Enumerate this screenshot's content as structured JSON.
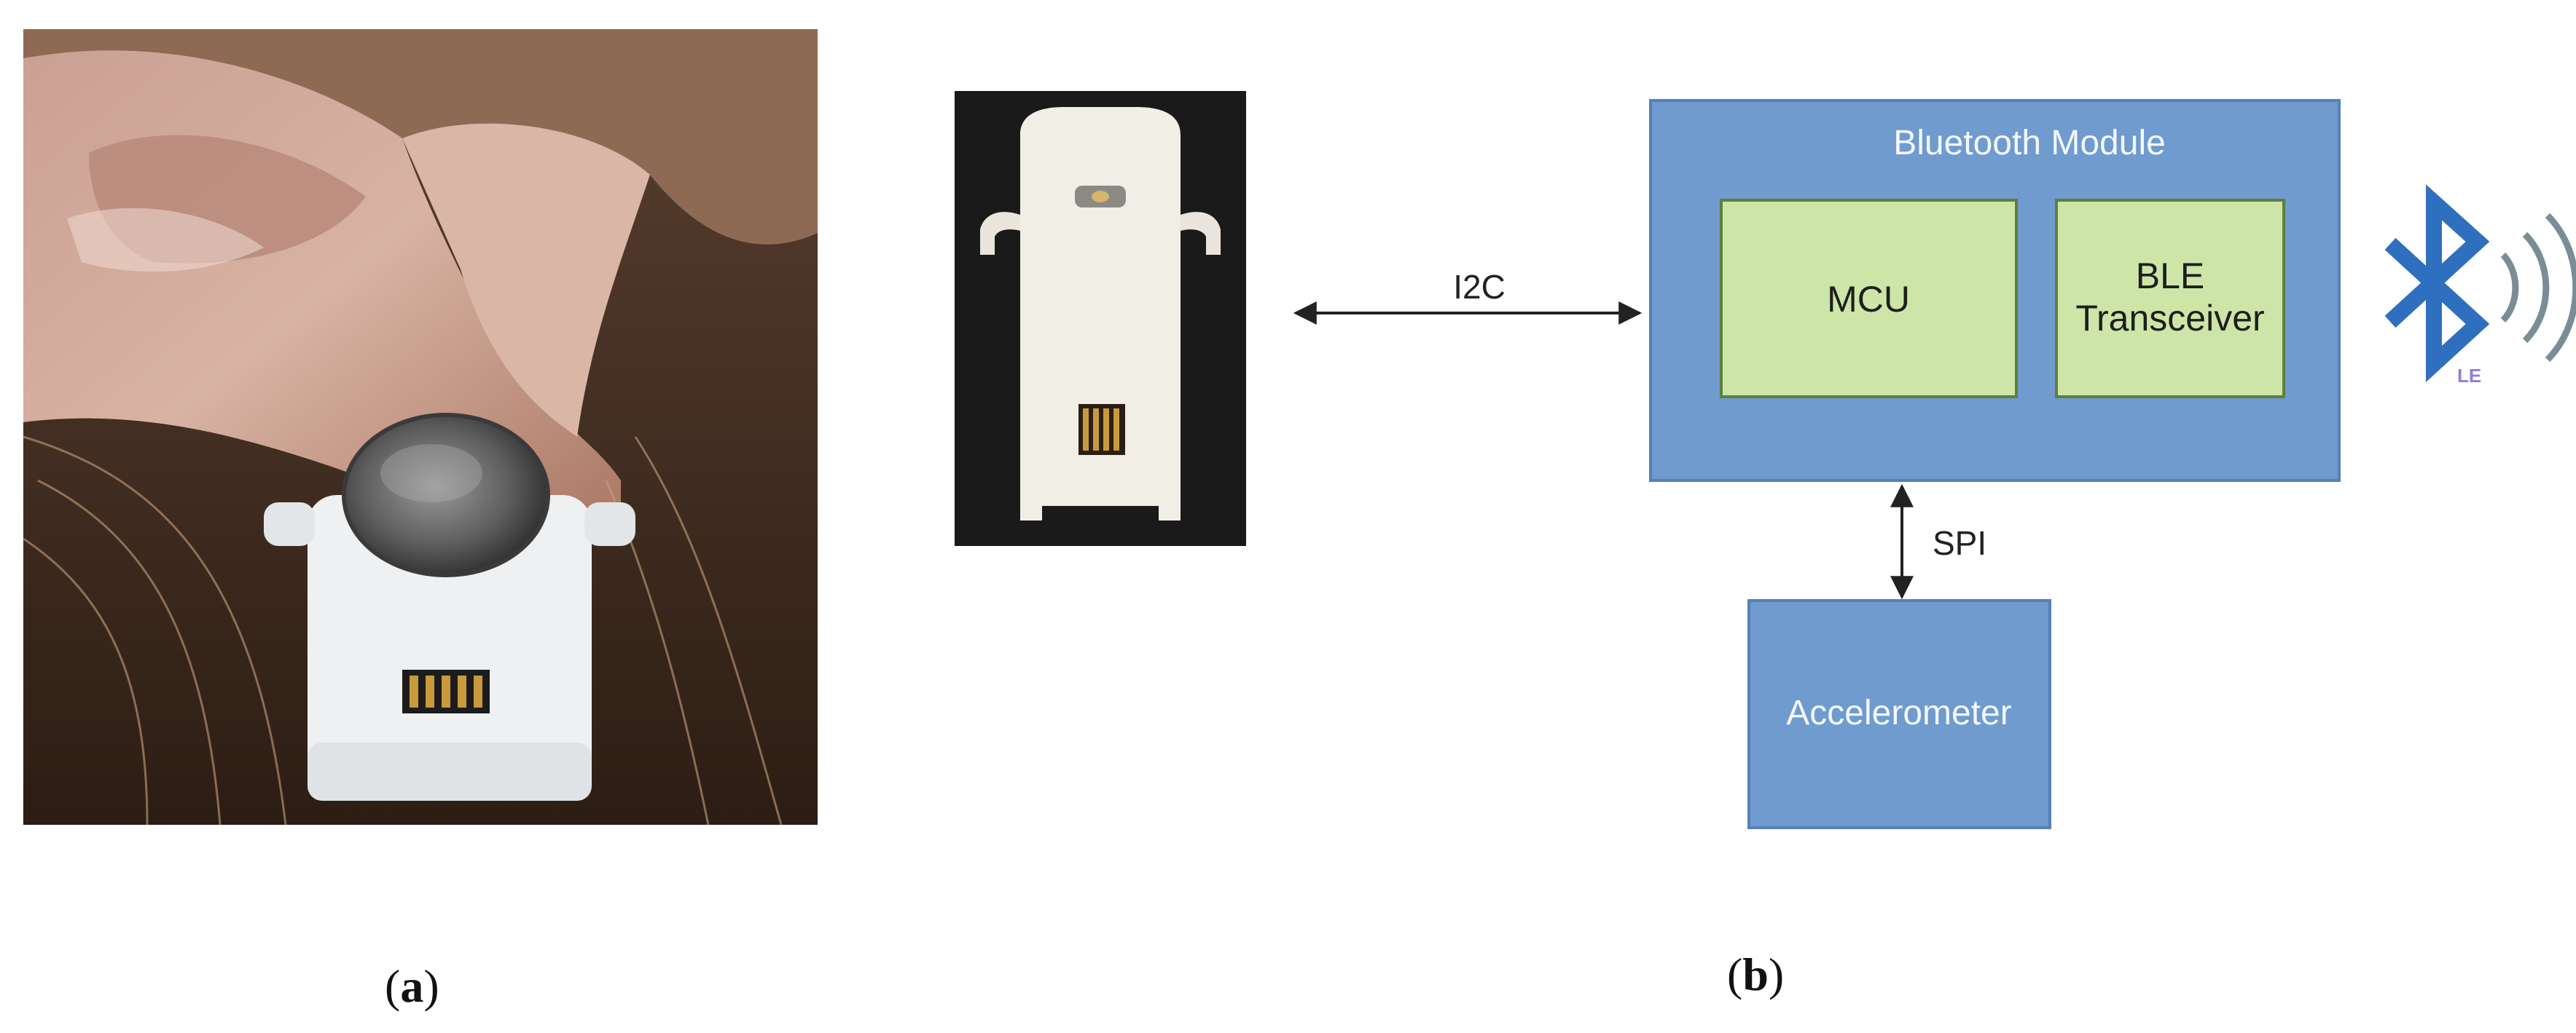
{
  "panel_a": {
    "caption_open": "(",
    "caption_letter": "a",
    "caption_close": ")"
  },
  "panel_b": {
    "caption_open": "(",
    "caption_letter": "b",
    "caption_close": ")",
    "diagram": {
      "bluetooth_module_label": "Bluetooth Module",
      "mcu_label": "MCU",
      "ble_label_line1": "BLE",
      "ble_label_line2": "Transceiver",
      "accelerometer_label": "Accelerometer",
      "i2c_label": "I2C",
      "spi_label": "SPI",
      "le_badge": "LE"
    }
  },
  "colors": {
    "module_fill": "#6f9bcf",
    "module_border": "#5680b8",
    "inner_fill": "#cde6a8",
    "inner_border": "#5f7f3a",
    "bluetooth_blue": "#2f6fbf",
    "wave_gray": "#7a8d96",
    "device_white": "#f1eee6"
  }
}
